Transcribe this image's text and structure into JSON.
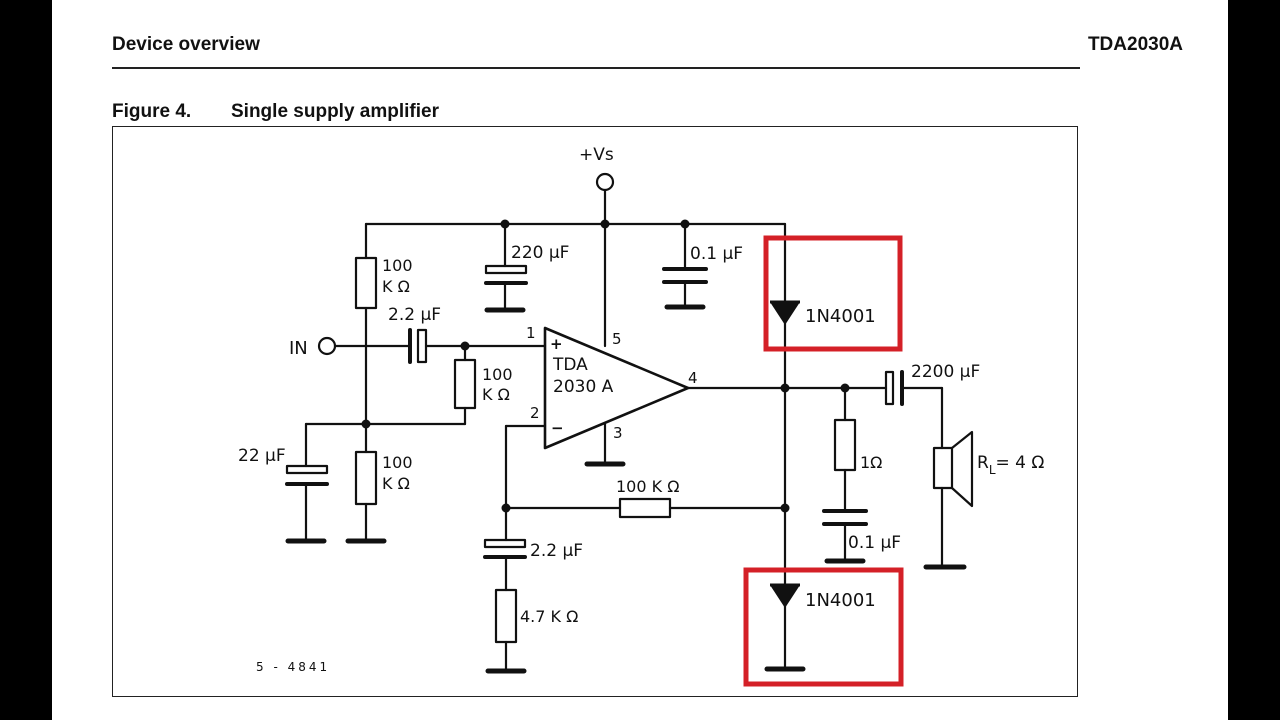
{
  "header": {
    "section": "Device overview",
    "part": "TDA2030A"
  },
  "figure": {
    "number": "Figure 4.",
    "title": "Single supply amplifier",
    "code": "5 - 4841"
  },
  "schematic": {
    "supply": "+Vs",
    "input": "IN",
    "ic": {
      "line1": "TDA",
      "line2": "2030 A",
      "pins": [
        "1",
        "2",
        "3",
        "4",
        "5"
      ],
      "plus": "+",
      "minus": "−"
    },
    "components": {
      "r_top_bias": [
        "100",
        "K Ω"
      ],
      "r_bottom_bias": [
        "100",
        "K Ω"
      ],
      "r_input": [
        "100",
        "K Ω"
      ],
      "r_feedback": "100 K Ω",
      "r_ground": "4.7 K Ω",
      "r_zobel": "1Ω",
      "c_input": "2.2 μF",
      "c_bias": "22 μF",
      "c_supply": "220 μF",
      "c_decouple": "0.1 μF",
      "c_feedback": "2.2 μF",
      "c_zobel": "0.1 μF",
      "c_output": "2200 μF",
      "diode_top": "1N4001",
      "diode_bottom": "1N4001",
      "load_main": "R",
      "load_sub": "L",
      "load_value": "= 4 Ω"
    },
    "highlight_color": "#d42027"
  }
}
